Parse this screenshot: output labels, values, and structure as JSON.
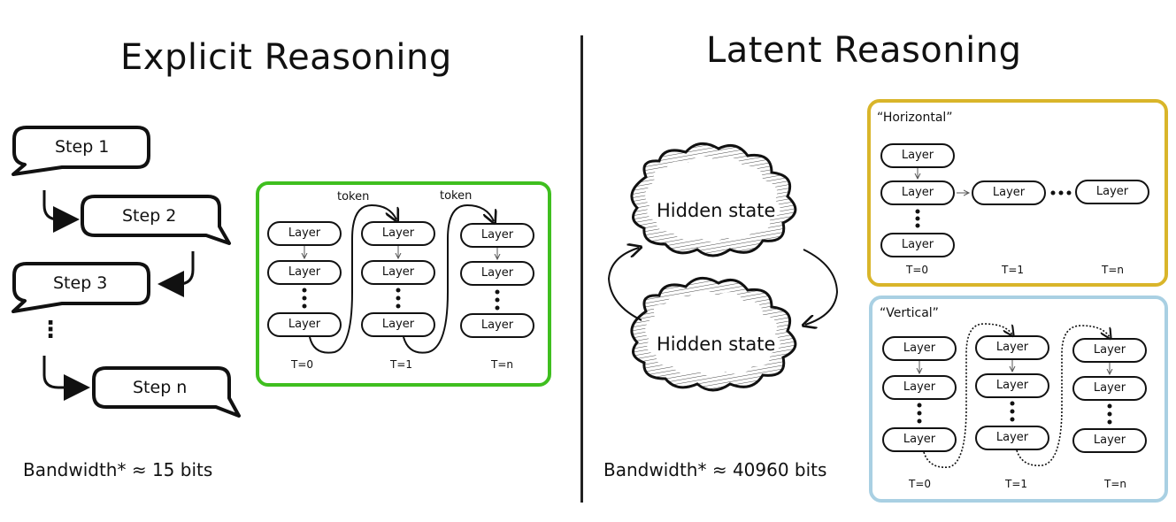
{
  "explicit": {
    "title": "Explicit Reasoning",
    "steps": [
      "Step 1",
      "Step 2",
      "Step 3",
      "Step n"
    ],
    "ellipsis": "⋮",
    "bandwidth": "Bandwidth* ≈ 15 bits",
    "diagram": {
      "token_labels": [
        "token",
        "token"
      ],
      "layer_label": "Layer",
      "time_labels": [
        "T=0",
        "T=1",
        "T=n"
      ],
      "border_color": "#3fbf1f"
    }
  },
  "latent": {
    "title": "Latent Reasoning",
    "hidden_states": [
      "Hidden state",
      "Hidden state"
    ],
    "bandwidth": "Bandwidth* ≈ 40960 bits",
    "horizontal": {
      "label": "“Horizontal”",
      "layer_label": "Layer",
      "time_labels": [
        "T=0",
        "T=1",
        "T=n"
      ],
      "border_color": "#d9b52a"
    },
    "vertical": {
      "label": "“Vertical”",
      "layer_label": "Layer",
      "time_labels": [
        "T=0",
        "T=1",
        "T=n"
      ],
      "border_color": "#a9d0e3"
    }
  }
}
